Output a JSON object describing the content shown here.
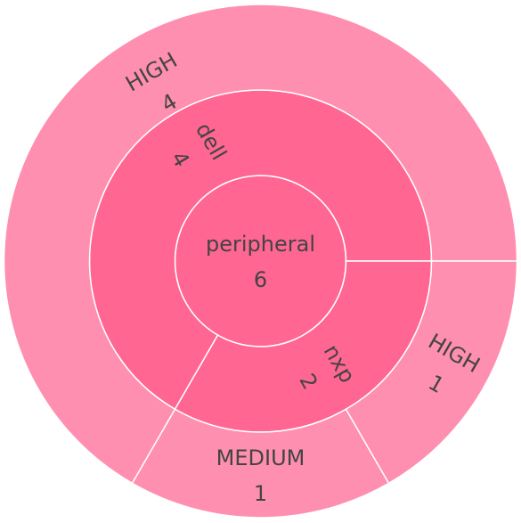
{
  "chart_data": {
    "type": "sunburst",
    "title": "",
    "root": {
      "label": "peripheral",
      "value": 6,
      "color": "#FF6692",
      "children": [
        {
          "label": "dell",
          "value": 4,
          "color": "#FF6692",
          "children": [
            {
              "label": "HIGH",
              "value": 4,
              "color": "#FF8FB0"
            }
          ]
        },
        {
          "label": "nxp",
          "value": 2,
          "color": "#FF6692",
          "children": [
            {
              "label": "MEDIUM",
              "value": 1,
              "color": "#FF8FB0"
            },
            {
              "label": "HIGH",
              "value": 1,
              "color": "#FF8FB0"
            }
          ]
        }
      ]
    },
    "colors": {
      "inner": "#FF6692",
      "outer": "#FF8FB0",
      "separator": "#ffffff",
      "text": "#444444"
    }
  }
}
